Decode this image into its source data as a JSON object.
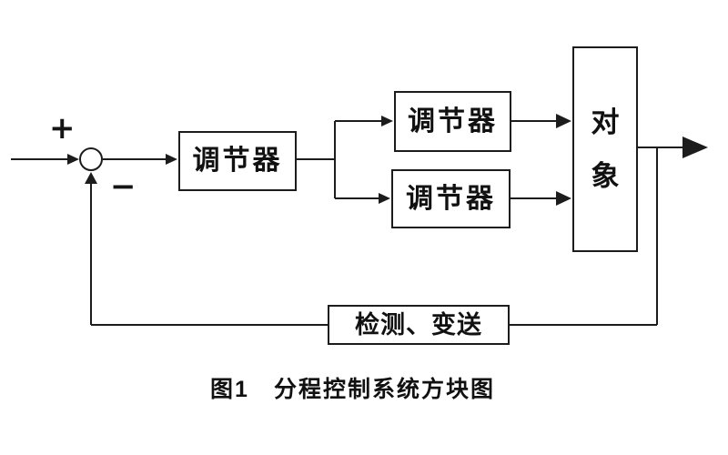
{
  "diagram": {
    "summing_junction": {
      "plus_sign": "+",
      "minus_sign": "−"
    },
    "blocks": {
      "controller_main": "调节器",
      "controller_upper": "调节器",
      "controller_lower": "调节器",
      "plant_char_top": "对",
      "plant_char_bottom": "象",
      "feedback": "检测、变送"
    },
    "caption": "图1　分程控制系统方块图",
    "colors": {
      "ink": "#1c1c1c",
      "background": "#ffffff"
    }
  }
}
